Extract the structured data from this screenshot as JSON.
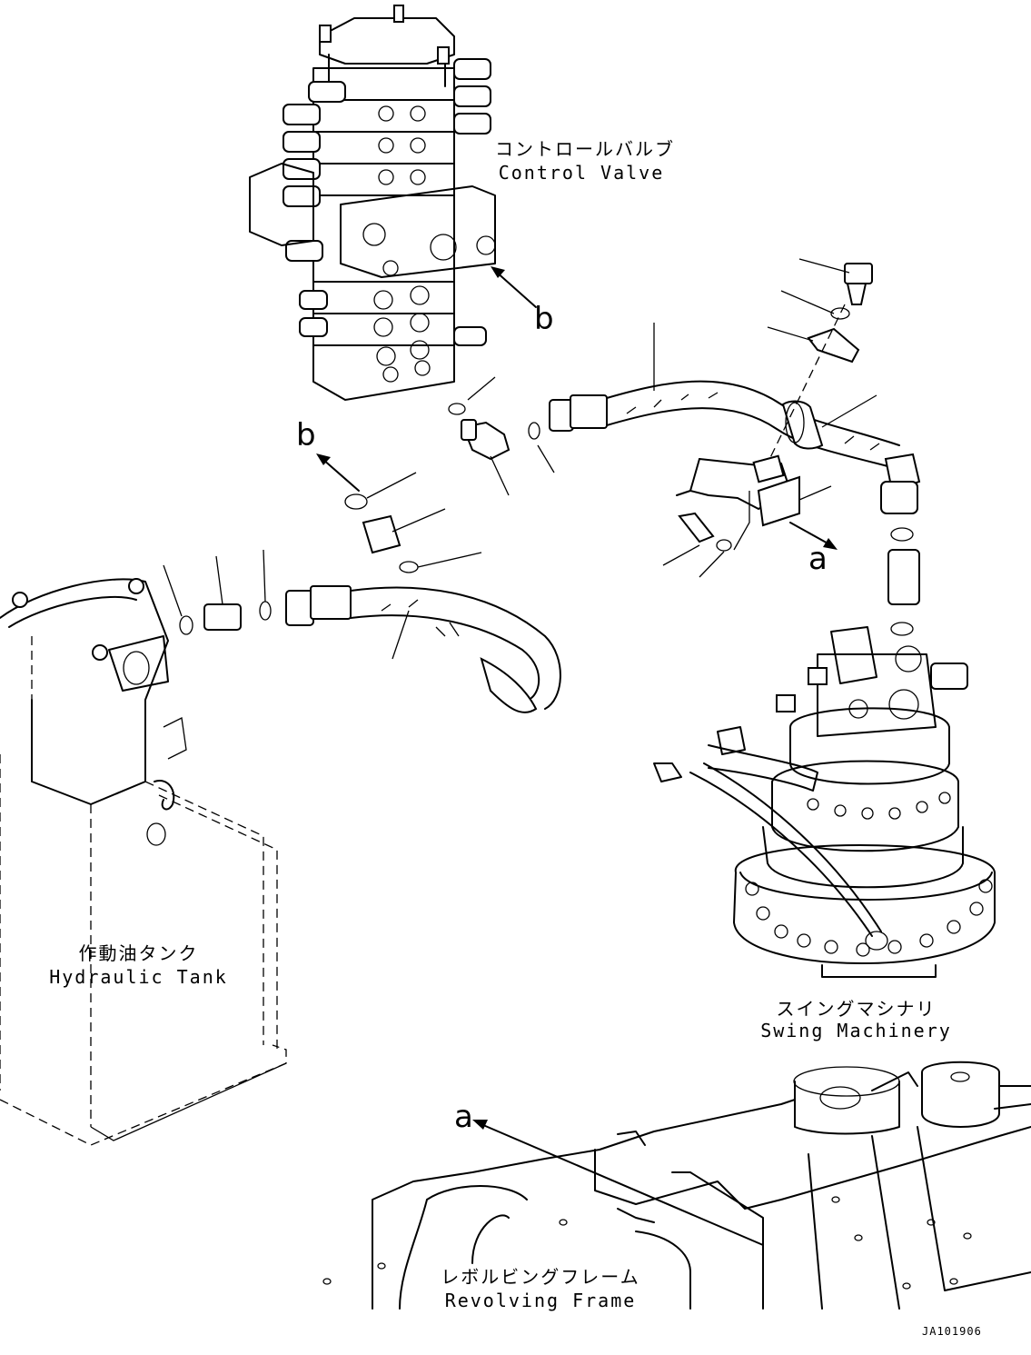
{
  "labels": {
    "control_valve_jp": "コントロールバルブ",
    "control_valve_en": "Control Valve",
    "hydraulic_tank_jp": "作動油タンク",
    "hydraulic_tank_en": "Hydraulic Tank",
    "swing_machinery_jp": "スイングマシナリ",
    "swing_machinery_en": "Swing Machinery",
    "revolving_frame_jp": "レボルビングフレーム",
    "revolving_frame_en": "Revolving Frame"
  },
  "reference_letters": {
    "b_valve": "b",
    "b_elbow": "b",
    "a_bracket": "a",
    "a_frame": "a"
  },
  "drawing_code": "JA101906"
}
